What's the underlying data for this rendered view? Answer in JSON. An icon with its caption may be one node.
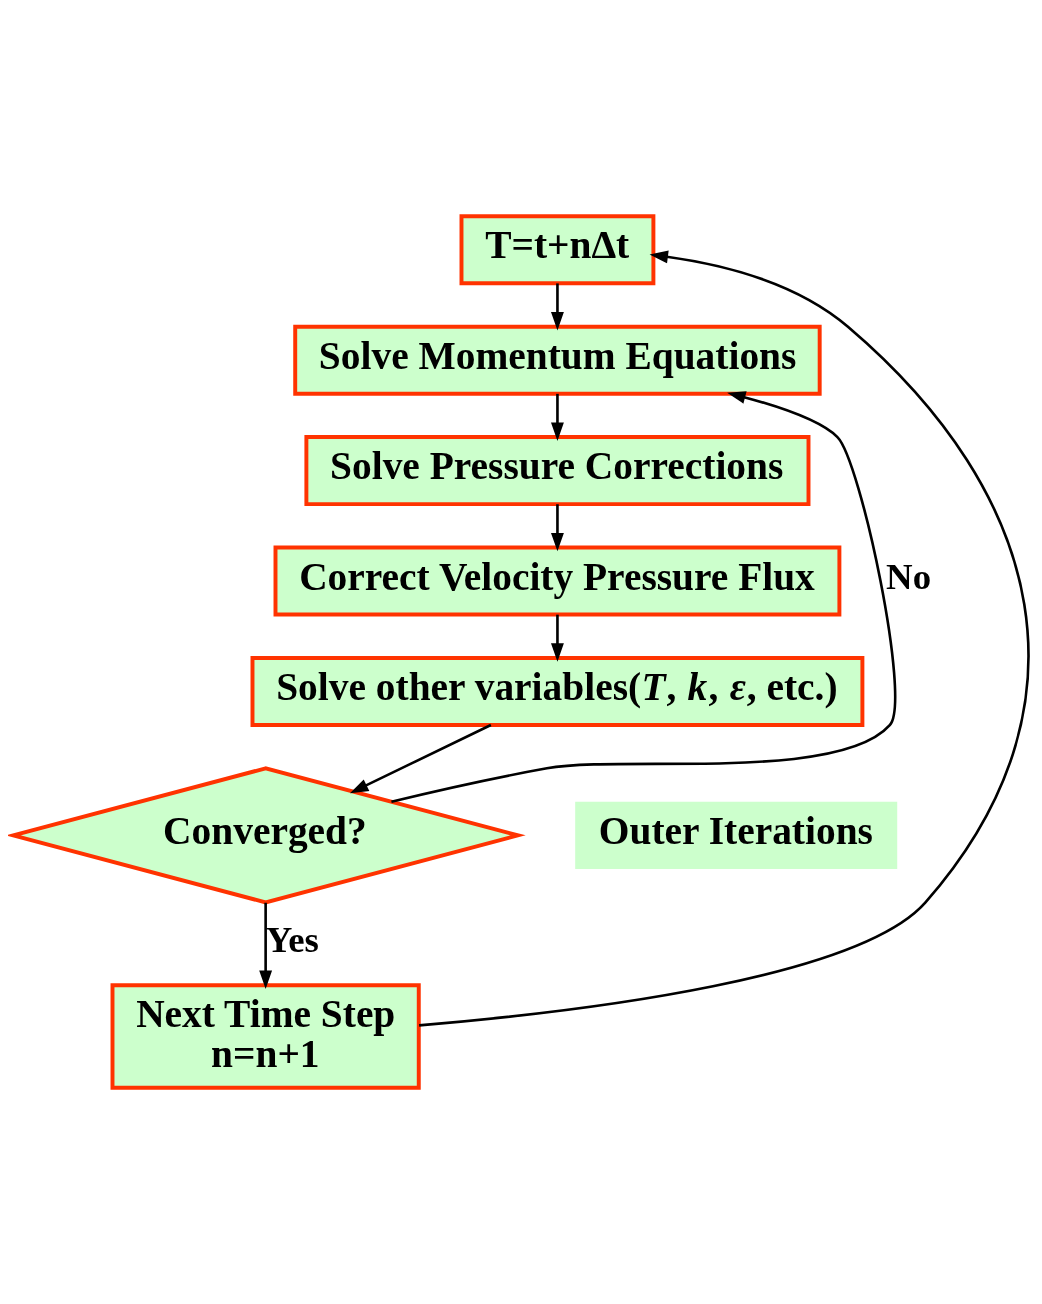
{
  "diagram": {
    "nodes": [
      {
        "text": [
          "T=t+nΔt"
        ]
      },
      {
        "text": [
          "Solve Momentum Equations"
        ]
      },
      {
        "text": [
          "Solve Pressure Corrections"
        ]
      },
      {
        "text": [
          "Correct Velocity Pressure Flux"
        ]
      },
      {
        "text": [
          "Solve other variables(*T*, *k*, *ε*, etc.)"
        ]
      },
      {
        "text": [
          "Converged?"
        ]
      },
      {
        "text": [
          "Next Time Step",
          "n=n+1"
        ]
      }
    ],
    "edges": [
      {
        "from": 0,
        "to": 1,
        "arrow": "to"
      },
      {
        "from": 1,
        "to": 2,
        "arrow": "to"
      },
      {
        "from": 2,
        "to": 3,
        "arrow": "to"
      },
      {
        "from": 3,
        "to": 4,
        "arrow": "to"
      },
      {
        "from": 4,
        "to": 5,
        "arrow": "to"
      },
      {
        "from": 5,
        "to": 1,
        "arrow": "to",
        "label": "No"
      },
      {
        "from": 5,
        "to": 6,
        "arrow": "to",
        "label": "Yes"
      },
      {
        "from": 6,
        "to": 0,
        "arrow": "to"
      }
    ],
    "labels": [
      "Outer Iterations"
    ]
  }
}
